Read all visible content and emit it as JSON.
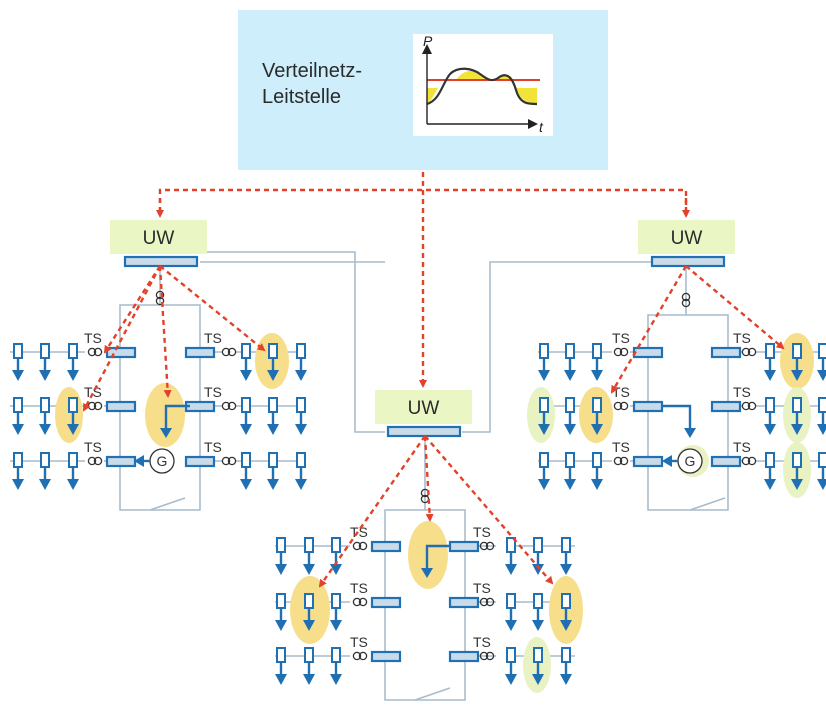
{
  "control_center": {
    "label": "Verteilnetz-\nLeitstelle",
    "chart": {
      "y_axis_label": "P",
      "x_axis_label": "t"
    }
  },
  "substation_label": "UW",
  "transformer_station_label": "TS",
  "generator_label": "G",
  "colors": {
    "control_box": "#cdeefa",
    "substation_box": "#eaf6c4",
    "busbar": "#2070b4",
    "consumer_arrow": "#1f6fb2",
    "command_arrow": "#e2412a",
    "highlight": "#f7de8a",
    "highlight_green": "#e8f2c2",
    "line": "#a8bccc",
    "curve": "#333333",
    "limit_line": "#e0402a",
    "surplus_fill": "#f2e33a"
  }
}
